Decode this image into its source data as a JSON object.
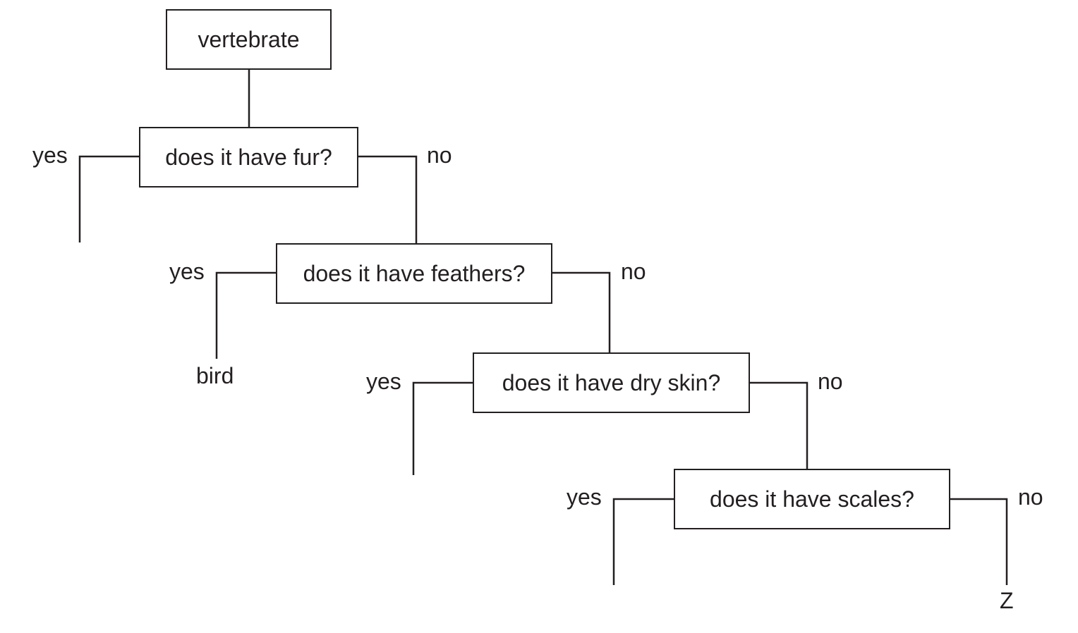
{
  "key": {
    "root": "vertebrate",
    "questions": [
      {
        "text": "does it have fur?",
        "yes": "yes",
        "no": "no",
        "yes_result": ""
      },
      {
        "text": "does it have feathers?",
        "yes": "yes",
        "no": "no",
        "yes_result": "bird"
      },
      {
        "text": "does it have dry skin?",
        "yes": "yes",
        "no": "no",
        "yes_result": ""
      },
      {
        "text": "does it have scales?",
        "yes": "yes",
        "no": "no",
        "yes_result": "",
        "no_result": "Z"
      }
    ]
  }
}
